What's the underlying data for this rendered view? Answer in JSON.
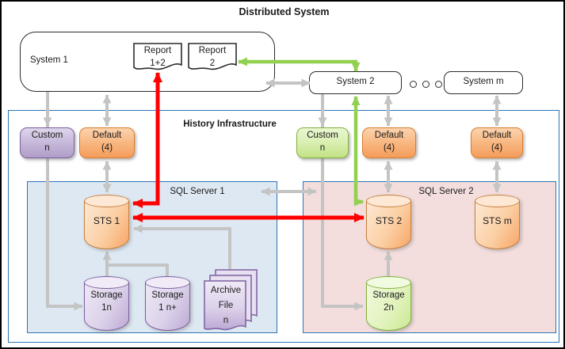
{
  "title": "Distributed System",
  "history": {
    "label": "History Infrastructure"
  },
  "distributed": {
    "system1": "System 1",
    "system2": "System 2",
    "system_m": "System m",
    "report_1_2": "Report\n1+2",
    "report_2": "Report\n2"
  },
  "adapters": {
    "custom_left": "Custom\nn",
    "default_left": "Default\n(4)",
    "custom_right": "Custom\nn",
    "default_right_1": "Default\n(4)",
    "default_right_2": "Default\n(4)"
  },
  "sql_server_1": {
    "label": "SQL Server 1",
    "sts": "STS 1",
    "storage_a": "Storage\n1n",
    "storage_b": "Storage\n1 n+",
    "archive": "Archive\nFile\nn"
  },
  "sql_server_2": {
    "label": "SQL Server 2",
    "sts": "STS 2",
    "sts_m": "STS m",
    "storage": "Storage\n2n"
  },
  "colors": {
    "connector_gray": "#C4C4C4",
    "connector_red": "#FF0000",
    "connector_green": "#92D050",
    "border_blue": "#2E75B6",
    "sql1_fill": "#DEE8F3",
    "sql2_fill": "#F3DEDD",
    "purple_border": "#7D5FA0",
    "orange_border": "#D97C2B",
    "green_border": "#84B03F"
  }
}
